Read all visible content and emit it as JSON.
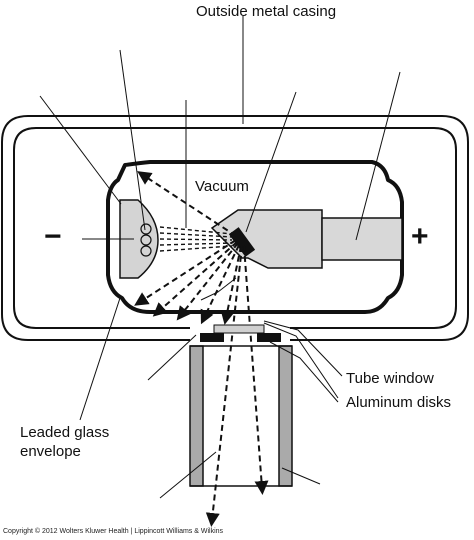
{
  "labels": {
    "outside_metal_casing": "Outside metal casing",
    "vacuum": "Vacuum",
    "tube_window": "Tube window",
    "aluminum_disks": "Aluminum disks",
    "leaded_glass_line1": "Leaded glass",
    "leaded_glass_line2": "envelope",
    "minus": "−",
    "plus": "+"
  },
  "copyright": "Copyright © 2012 Wolters Kluwer Health | Lippincott Williams & Wilkins"
}
